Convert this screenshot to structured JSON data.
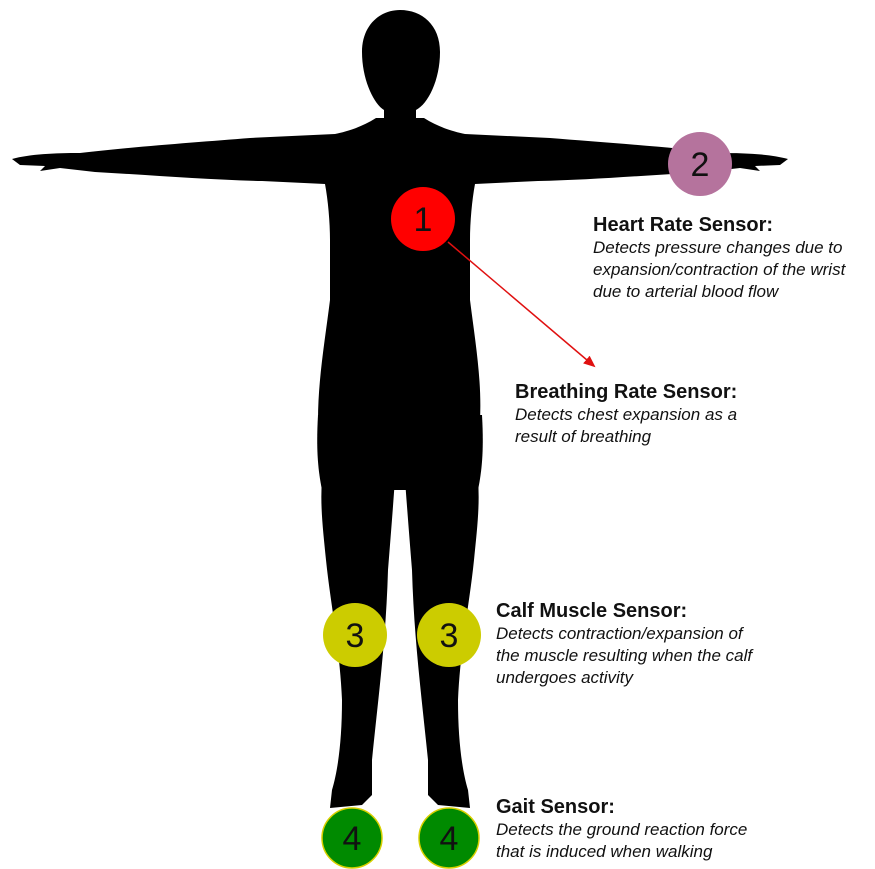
{
  "markers": {
    "breathing": {
      "number": "1",
      "color": "#ff0000"
    },
    "heart": {
      "number": "2",
      "color": "#b5739d"
    },
    "calf": {
      "number": "3",
      "color": "#cccc00"
    },
    "gait": {
      "number": "4",
      "color": "#008a00"
    }
  },
  "notes": {
    "heart": {
      "title": "Heart Rate Sensor:",
      "lines": [
        "Detects pressure changes due to",
        "expansion/contraction of the wrist",
        "due to arterial blood flow"
      ]
    },
    "breathing": {
      "title": "Breathing Rate Sensor:",
      "lines": [
        "Detects chest expansion as a",
        "result of breathing"
      ]
    },
    "calf": {
      "title": "Calf Muscle Sensor:",
      "lines": [
        "Detects contraction/expansion of",
        "the muscle resulting when the calf",
        "undergoes activity"
      ]
    },
    "gait": {
      "title": "Gait Sensor:",
      "lines": [
        "Detects the ground reaction force",
        "that is induced when walking"
      ]
    }
  },
  "colors": {
    "silhouette": "#000000",
    "arrow": "#e01010",
    "text": "#111111"
  }
}
